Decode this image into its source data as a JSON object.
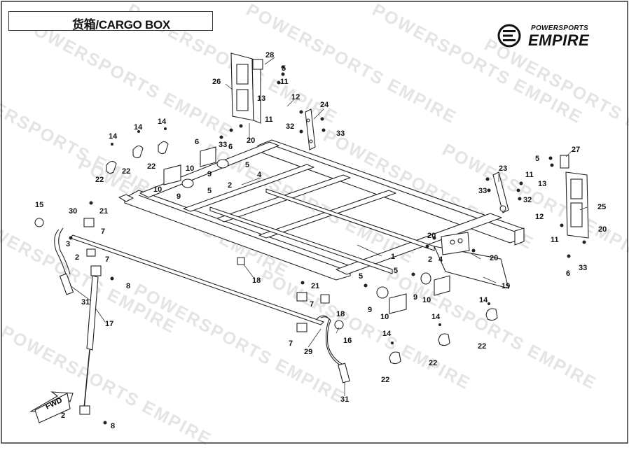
{
  "header": {
    "title": "货箱/CARGO BOX"
  },
  "brand": {
    "line1": "POWERSPORTS",
    "line2": "EMPIRE"
  },
  "watermark": {
    "text": "POWERSPORTS EMPIRE"
  },
  "fwd_label": "FWD",
  "callouts": [
    {
      "id": "c28",
      "label": "28"
    },
    {
      "id": "c5a",
      "label": "5"
    },
    {
      "id": "c26",
      "label": "26"
    },
    {
      "id": "c11a",
      "label": "11"
    },
    {
      "id": "c13a",
      "label": "13"
    },
    {
      "id": "c12a",
      "label": "12"
    },
    {
      "id": "c24",
      "label": "24"
    },
    {
      "id": "c11b",
      "label": "11"
    },
    {
      "id": "c32a",
      "label": "32"
    },
    {
      "id": "c33a",
      "label": "33"
    },
    {
      "id": "c20a",
      "label": "20"
    },
    {
      "id": "c6a",
      "label": "6"
    },
    {
      "id": "c33b",
      "label": "33"
    },
    {
      "id": "c6b",
      "label": "6"
    },
    {
      "id": "c14a",
      "label": "14"
    },
    {
      "id": "c22a",
      "label": "22"
    },
    {
      "id": "c14b",
      "label": "14"
    },
    {
      "id": "c22b",
      "label": "22"
    },
    {
      "id": "c14c",
      "label": "14"
    },
    {
      "id": "c22c",
      "label": "22"
    },
    {
      "id": "c10a",
      "label": "10"
    },
    {
      "id": "c9a",
      "label": "9"
    },
    {
      "id": "c5b",
      "label": "5"
    },
    {
      "id": "c4",
      "label": "4"
    },
    {
      "id": "c2a",
      "label": "2"
    },
    {
      "id": "c10b",
      "label": "10"
    },
    {
      "id": "c9b",
      "label": "9"
    },
    {
      "id": "c5c",
      "label": "5"
    },
    {
      "id": "c27",
      "label": "27"
    },
    {
      "id": "c5d",
      "label": "5"
    },
    {
      "id": "c23",
      "label": "23"
    },
    {
      "id": "c11c",
      "label": "11"
    },
    {
      "id": "c13b",
      "label": "13"
    },
    {
      "id": "c33c",
      "label": "33"
    },
    {
      "id": "c32b",
      "label": "32"
    },
    {
      "id": "c25",
      "label": "25"
    },
    {
      "id": "c12b",
      "label": "12"
    },
    {
      "id": "c11d",
      "label": "11"
    },
    {
      "id": "c20b",
      "label": "20"
    },
    {
      "id": "c33d",
      "label": "33"
    },
    {
      "id": "c6c",
      "label": "6"
    },
    {
      "id": "c15",
      "label": "15"
    },
    {
      "id": "c30",
      "label": "30"
    },
    {
      "id": "c21a",
      "label": "21"
    },
    {
      "id": "c7a",
      "label": "7"
    },
    {
      "id": "c3",
      "label": "3"
    },
    {
      "id": "c2b",
      "label": "2"
    },
    {
      "id": "c7b",
      "label": "7"
    },
    {
      "id": "c1",
      "label": "1"
    },
    {
      "id": "c18a",
      "label": "18"
    },
    {
      "id": "c8a",
      "label": "8"
    },
    {
      "id": "c31a",
      "label": "31"
    },
    {
      "id": "c17",
      "label": "17"
    },
    {
      "id": "c20c",
      "label": "20"
    },
    {
      "id": "c2c",
      "label": "2"
    },
    {
      "id": "c4b",
      "label": "4"
    },
    {
      "id": "c20d",
      "label": "20"
    },
    {
      "id": "c19",
      "label": "19"
    },
    {
      "id": "c5e",
      "label": "5"
    },
    {
      "id": "c5f",
      "label": "5"
    },
    {
      "id": "c9c",
      "label": "9"
    },
    {
      "id": "c10c",
      "label": "10"
    },
    {
      "id": "c9d",
      "label": "9"
    },
    {
      "id": "c10d",
      "label": "10"
    },
    {
      "id": "c21b",
      "label": "21"
    },
    {
      "id": "c7c",
      "label": "7"
    },
    {
      "id": "c18b",
      "label": "18"
    },
    {
      "id": "c16",
      "label": "16"
    },
    {
      "id": "c7d",
      "label": "7"
    },
    {
      "id": "c29",
      "label": "29"
    },
    {
      "id": "c31b",
      "label": "31"
    },
    {
      "id": "c14d",
      "label": "14"
    },
    {
      "id": "c22d",
      "label": "22"
    },
    {
      "id": "c14e",
      "label": "14"
    },
    {
      "id": "c22e",
      "label": "22"
    },
    {
      "id": "c14f",
      "label": "14"
    },
    {
      "id": "c22f",
      "label": "22"
    },
    {
      "id": "c2d",
      "label": "2"
    },
    {
      "id": "c8b",
      "label": "8"
    }
  ]
}
